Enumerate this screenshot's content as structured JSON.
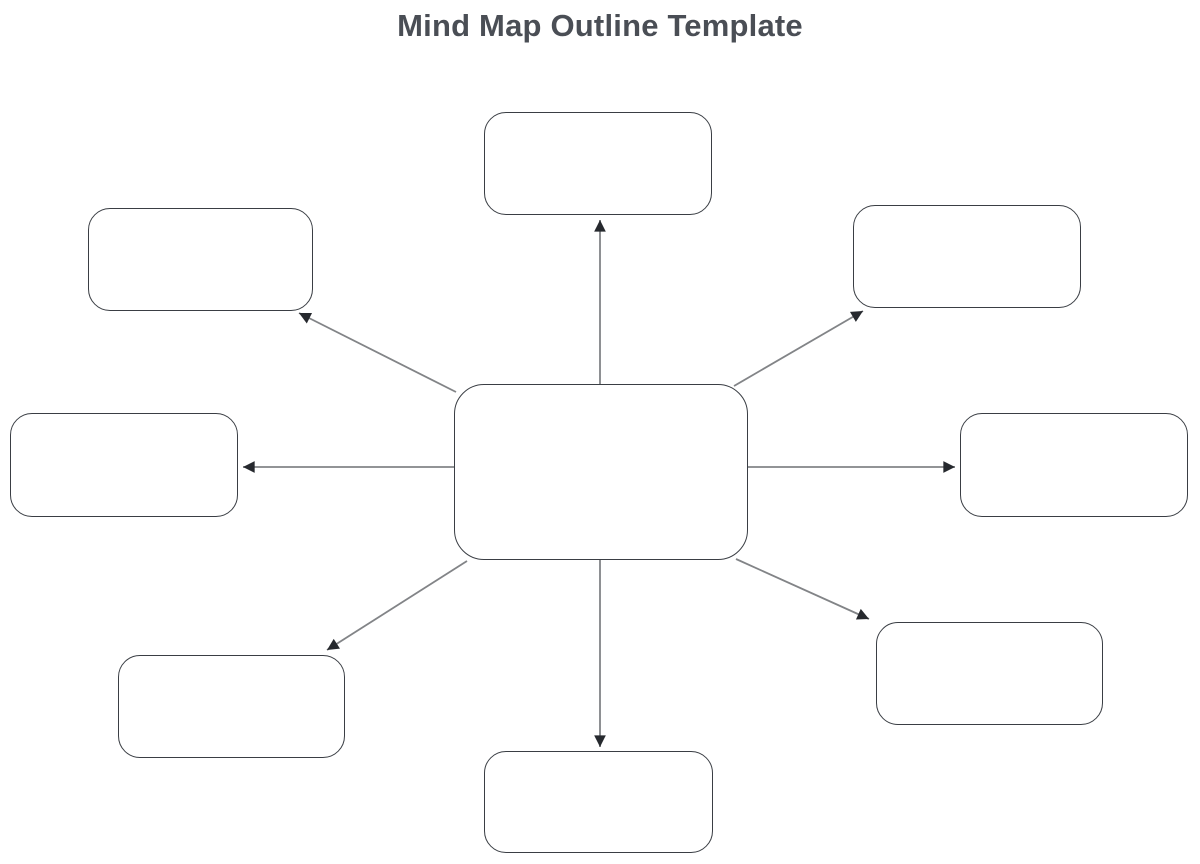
{
  "title": {
    "text": "Mind Map Outline Template",
    "color": "#4a4e55"
  },
  "diagram": {
    "type": "mind-map",
    "colors": {
      "node_fill": "#ffffff",
      "node_border": "#3a3e44",
      "connector_line": "#828487",
      "arrowhead": "#26292e",
      "background": "#ffffff"
    },
    "nodes": {
      "center": {
        "id": "central-topic",
        "label": ""
      },
      "top": {
        "id": "top-branch",
        "label": ""
      },
      "topLeft": {
        "id": "top-left-branch",
        "label": ""
      },
      "topRight": {
        "id": "top-right-branch",
        "label": ""
      },
      "left": {
        "id": "left-branch",
        "label": ""
      },
      "right": {
        "id": "right-branch",
        "label": ""
      },
      "bottomLeft": {
        "id": "bottom-left-branch",
        "label": ""
      },
      "bottomRight": {
        "id": "bottom-right-branch",
        "label": ""
      },
      "bottom": {
        "id": "bottom-branch",
        "label": ""
      }
    },
    "connectors": [
      {
        "from": "central-topic",
        "to": "top-branch",
        "arrow": "filled-triangle"
      },
      {
        "from": "central-topic",
        "to": "top-left-branch",
        "arrow": "filled-triangle"
      },
      {
        "from": "central-topic",
        "to": "top-right-branch",
        "arrow": "filled-triangle"
      },
      {
        "from": "central-topic",
        "to": "left-branch",
        "arrow": "filled-triangle"
      },
      {
        "from": "central-topic",
        "to": "right-branch",
        "arrow": "filled-triangle"
      },
      {
        "from": "central-topic",
        "to": "bottom-left-branch",
        "arrow": "filled-triangle"
      },
      {
        "from": "central-topic",
        "to": "bottom-right-branch",
        "arrow": "filled-triangle"
      },
      {
        "from": "central-topic",
        "to": "bottom-branch",
        "arrow": "filled-triangle"
      }
    ]
  }
}
